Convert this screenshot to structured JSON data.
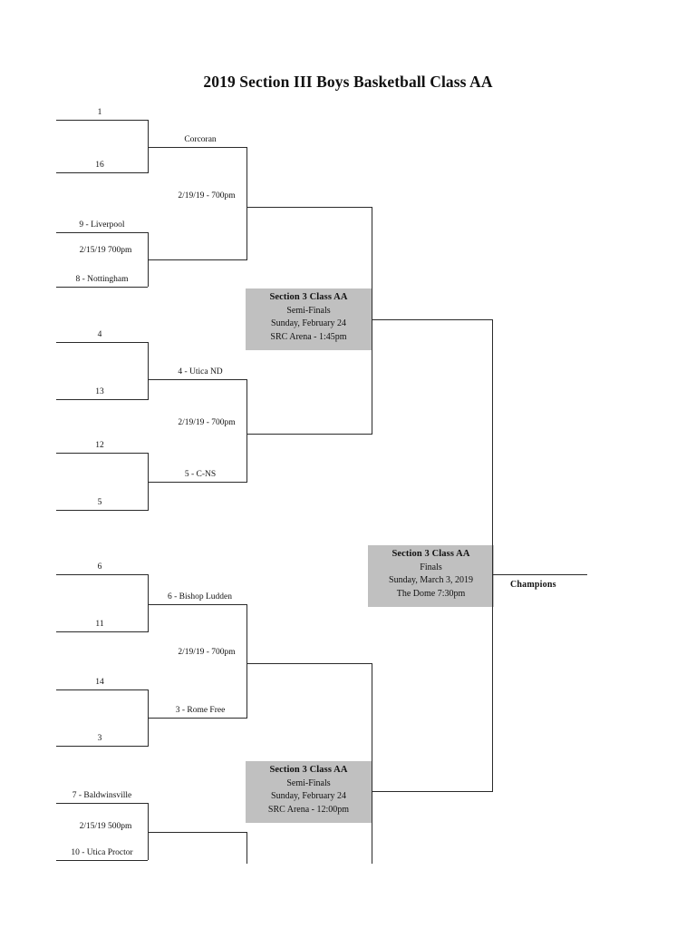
{
  "page": {
    "title": "2019 Section III Boys Basketball Class AA"
  },
  "bracket": {
    "round1": {
      "quad1": {
        "top_seed": "1",
        "bottom_seed": "16"
      },
      "quad2": {
        "top_seed": "4",
        "bottom_seed": "13"
      },
      "quad3": {
        "top_seed": "12",
        "bottom_seed": "5"
      },
      "quad4": {
        "top_seed": "6",
        "bottom_seed": "11"
      },
      "quad5": {
        "top_seed": "14",
        "bottom_seed": "3"
      }
    },
    "playin": {
      "top": {
        "top_team": "9 - Liverpool",
        "game_info": "2/15/19  700pm",
        "bottom_team": "8 - Nottingham"
      },
      "bottom": {
        "top_team": "7 - Baldwinsville",
        "game_info": "2/15/19  500pm",
        "bottom_team": "10 - Utica Proctor"
      }
    },
    "round2": {
      "game1_winner": "Corcoran",
      "game2_winner": "4 - Utica ND",
      "game3_winner": "5 - C-NS",
      "game4_winner": "6 - Bishop Ludden",
      "game5_winner": "3 - Rome Free"
    },
    "quarterfinals": {
      "game1_info": "2/19/19 - 700pm",
      "game2_info": "2/19/19 - 700pm",
      "game3_info": "2/19/19 - 700pm"
    },
    "semifinals": {
      "top": {
        "title": "Section 3 Class AA",
        "round": "Semi-Finals",
        "date": "Sunday, February 24",
        "venue": "SRC Arena - 1:45pm"
      },
      "bottom": {
        "title": "Section 3 Class AA",
        "round": "Semi-Finals",
        "date": "Sunday, February 24",
        "venue": "SRC Arena - 12:00pm"
      }
    },
    "finals": {
      "title": "Section 3 Class AA",
      "round": "Finals",
      "date": "Sunday, March 3, 2019",
      "venue": "The Dome 7:30pm"
    },
    "champion_label": "Champions"
  },
  "colors": {
    "info_box_bg": "#c0c0c0",
    "line": "#2a2a2a",
    "text": "#111111"
  }
}
